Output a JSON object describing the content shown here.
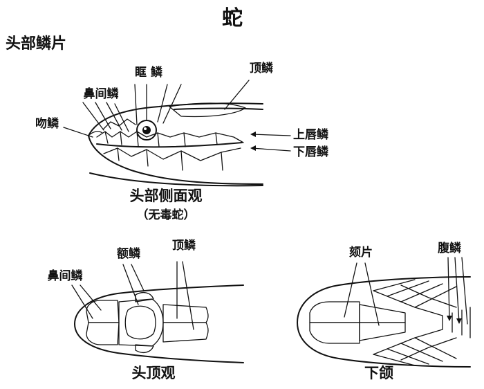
{
  "title": "蛇",
  "section_heading": "头部鳞片",
  "side_view": {
    "labels": {
      "orbital": "眶 鳞",
      "internasal": "鼻间鳞",
      "parietal": "顶鳞",
      "rostral": "吻鳞",
      "upper_labial": "上唇鳞",
      "lower_labial": "下唇鳞"
    },
    "caption": "头部侧面观",
    "subcaption": "（无毒蛇）"
  },
  "top_view": {
    "labels": {
      "internasal": "鼻间鳞",
      "frontal": "额鳞",
      "parietal": "顶鳞"
    },
    "caption": "头顶观"
  },
  "jaw_view": {
    "labels": {
      "chin_shields": "颏片",
      "ventral": "腹鳞"
    },
    "caption": "下颌"
  },
  "colors": {
    "ink": "#111111",
    "background": "#ffffff"
  }
}
